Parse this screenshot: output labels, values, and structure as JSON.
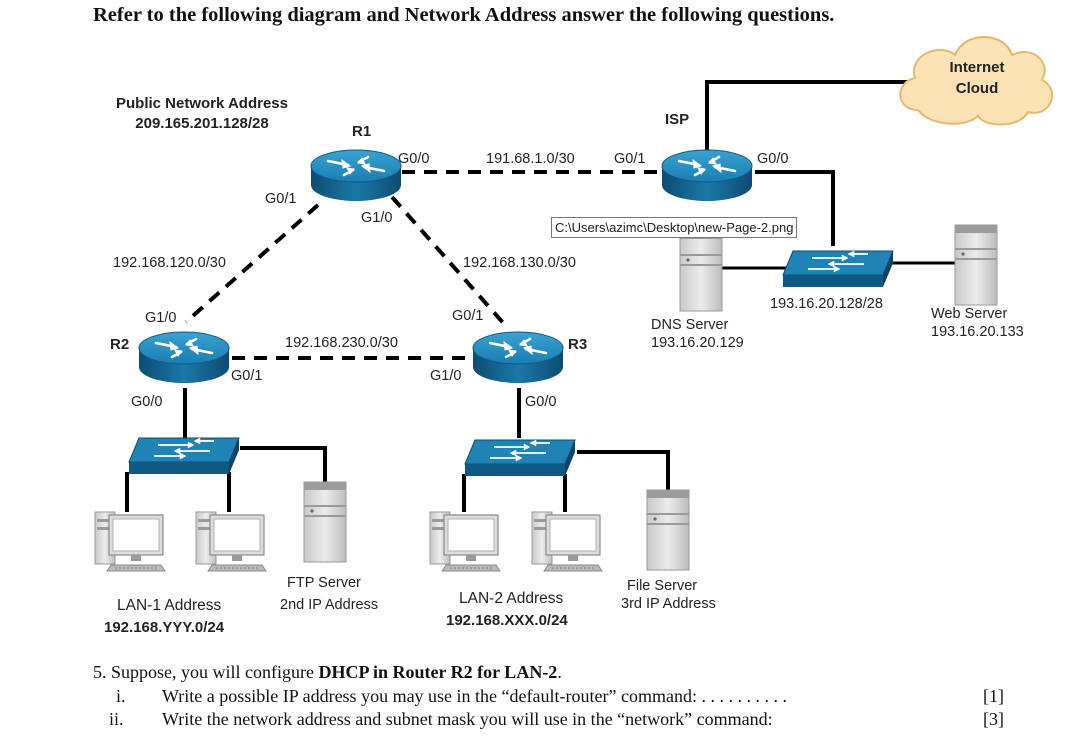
{
  "heading": "Refer to the following diagram and Network Address answer the following questions.",
  "diagram": {
    "public_network": {
      "label": "Public Network Address",
      "value": "209.165.201.128/28"
    },
    "cloud": {
      "line1": "Internet",
      "line2": "Cloud"
    },
    "routers": {
      "r1": "R1",
      "r2": "R2",
      "r3": "R3",
      "isp": "ISP"
    },
    "interfaces": {
      "r1_g00": "G0/0",
      "r1_g01": "G0/1",
      "r1_g10": "G1/0",
      "isp_g01": "G0/1",
      "isp_g00": "G0/0",
      "r2_g10": "G1/0",
      "r2_g01": "G0/1",
      "r2_g00": "G0/0",
      "r3_g01": "G0/1",
      "r3_g10": "G1/0",
      "r3_g00": "G0/0"
    },
    "links": {
      "r1_isp": "191.68.1.0/30",
      "r1_r2": "192.168.120.0/30",
      "r1_r3": "192.168.130.0/30",
      "r2_r3": "192.168.230.0/30",
      "isp_lan": "193.16.20.128/28"
    },
    "servers": {
      "dns": {
        "name": "DNS Server",
        "ip": "193.16.20.129"
      },
      "web": {
        "name": "Web Server",
        "ip": "193.16.20.133"
      },
      "ftp": {
        "name": "FTP Server",
        "ip": "2nd IP Address"
      },
      "file": {
        "name": "File Server",
        "ip": "3rd IP Address"
      }
    },
    "lan1": {
      "label": "LAN-1 Address",
      "value": "192.168.YYY.0/24"
    },
    "lan2": {
      "label": "LAN-2 Address",
      "value": "192.168.XXX.0/24"
    },
    "tooltip": "C:\\Users\\azimc\\Desktop\\new-Page-2.png"
  },
  "question": {
    "number": "5.",
    "intro_pre": "Suppose, you will configure ",
    "intro_bold": "DHCP in Router R2 for LAN-2",
    "intro_post": ".",
    "items": [
      {
        "num": "i.",
        "text": "Write a possible IP address you may use in the “default-router” command: . . . . . . . . . .",
        "marks": "[1]"
      },
      {
        "num": "ii.",
        "text": "Write the network address and subnet mask you will use in the “network” command:",
        "marks": "[3]"
      }
    ]
  }
}
